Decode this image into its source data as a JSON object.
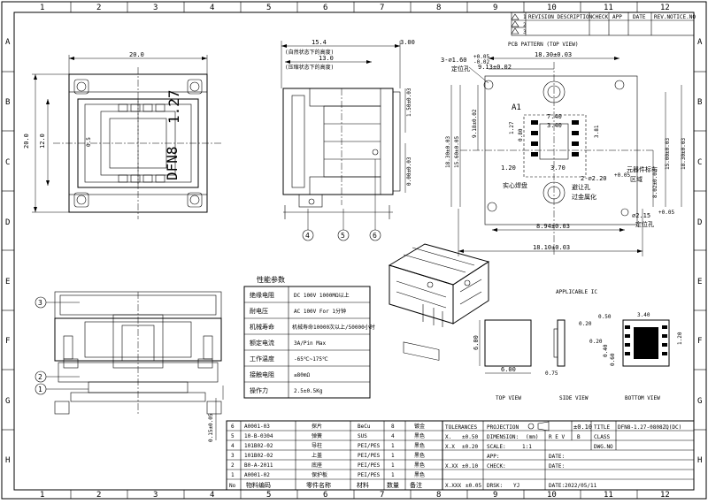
{
  "border": {
    "cols": [
      "1",
      "2",
      "3",
      "4",
      "5",
      "6",
      "7",
      "8",
      "9",
      "10",
      "11",
      "12"
    ],
    "rows": [
      "A",
      "B",
      "C",
      "D",
      "E",
      "F",
      "G",
      "H"
    ]
  },
  "revision_table": {
    "headers": [
      "REVISION DESCRIPTION",
      "CHECK",
      "APP",
      "DATE",
      "REV.NOTICE.NO"
    ],
    "rows": [
      "1",
      "2",
      "3"
    ]
  },
  "top_view": {
    "width_dim": "20.0",
    "height_dims": [
      "20.0",
      "12.0"
    ],
    "vertical_text": [
      "1.27",
      "DFN8"
    ],
    "label_top": "0.5"
  },
  "side_view": {
    "dims": [
      "15.4",
      "13.0",
      "3.00",
      "1.50±0.03",
      "0.00±0.03"
    ],
    "notes": [
      "(自然状态下的高度)",
      "(压缩状态下的高度)"
    ],
    "callouts": [
      "4",
      "5",
      "6"
    ]
  },
  "pcb_pattern": {
    "title": "PCB PATTERN  (TOP VIEW)",
    "hole_note": "3-∅1.60",
    "hole_tol_plus": "+0.05",
    "hole_tol_minus": "-0.02",
    "locating": "定位孔",
    "dims": {
      "w_top": "18.30±0.03",
      "w_left": "9.13±0.02",
      "h_left1": "18.30±0.03",
      "h_left2": "15.60±0.05",
      "h_left3": "9.18±0.02",
      "h_right1": "18.30±0.03",
      "h_right2": "15.00±0.03",
      "h_right3": "8.02±0.02",
      "pad_740": "7.40",
      "pad_340": "3.40",
      "pad_127": "1.27",
      "pad_080": "0.80",
      "pad_381": "3.81",
      "pad_370": "3.70",
      "pad_120": "1.20",
      "hole2": "2-∅2.20",
      "hole2_tol": "+0.05",
      "hole1": "∅2.15",
      "hole1_tol": "+0.05",
      "w_bottom1": "8.94±0.03",
      "w_bottom2": "18.10±0.03"
    },
    "pin_label": "A1",
    "notes": [
      "实心焊盘",
      "元器件标布",
      "区域",
      "避让孔",
      "过金属化",
      "定位孔"
    ]
  },
  "iso_label": "",
  "spec_table": {
    "title": "性能参数",
    "rows": [
      {
        "k": "绝缘电阻",
        "v": "DC 100V  1000MΩ以上"
      },
      {
        "k": "耐电压",
        "v": "AC 100V  For 1分钟"
      },
      {
        "k": "机械寿命",
        "v": "机械寿命10000次以上/50000小时"
      },
      {
        "k": "额定电流",
        "v": "3A/Pin Max"
      },
      {
        "k": "工作温度",
        "v": "-65℃~175℃"
      },
      {
        "k": "接触电阻",
        "v": "≤80mΩ"
      },
      {
        "k": "操作力",
        "v": "2.5±0.5Kg"
      }
    ]
  },
  "front_view": {
    "callouts": [
      "3",
      "2",
      "1"
    ],
    "dim_vertical": "0.15±0.05"
  },
  "ic_view": {
    "title": "APPLICABLE IC",
    "dims": [
      "6.00",
      "6.00",
      "0.75",
      "0.20",
      "0.50",
      "3.40",
      "1.20",
      "0.40",
      "0.60",
      "0.20"
    ],
    "labels": [
      "TOP VIEW",
      "SIDE VIEW",
      "BOTTOM VIEW"
    ]
  },
  "bom": {
    "rows": [
      {
        "no": "6",
        "code": "A0001-03",
        "name": "探片",
        "mat": "BeCu",
        "qty": "8",
        "rmk": "镀金"
      },
      {
        "no": "5",
        "code": "10-B-0304",
        "name": "弹簧",
        "mat": "SUS",
        "qty": "4",
        "rmk": "黑色"
      },
      {
        "no": "4",
        "code": "101B02-02",
        "name": "导柱",
        "mat": "PEI/PES",
        "qty": "1",
        "rmk": "黑色"
      },
      {
        "no": "3",
        "code": "101B02-02",
        "name": "上盖",
        "mat": "PEI/PES",
        "qty": "1",
        "rmk": "黑色"
      },
      {
        "no": "2",
        "code": "B0-A-2011",
        "name": "底座",
        "mat": "PEI/PES",
        "qty": "1",
        "rmk": "黑色"
      },
      {
        "no": "1",
        "code": "A0001-02",
        "name": "保护板",
        "mat": "PEI/PES",
        "qty": "1",
        "rmk": "黑色"
      }
    ],
    "header": {
      "no": "No",
      "code": "物料编码",
      "name": "零件名称",
      "mat": "材料",
      "qty": "数量",
      "rmk": "备注"
    }
  },
  "title_block": {
    "tolerances": "TOLERANCES",
    "projection": "PROJECTION",
    "dimension": "DIMENSION:",
    "dim_unit": "(mm)",
    "scale_label": "SCALE:",
    "scale": "1:1",
    "tol_rows": [
      {
        "k": "X.",
        "v": "±0.50"
      },
      {
        "k": "X.X",
        "v": "±0.20"
      },
      {
        "k": "X.XX",
        "v": "±0.10"
      },
      {
        "k": "X.XXX",
        "v": "±0.05"
      }
    ],
    "app": "APP:",
    "check": "CHECK:",
    "drsk": "DRSK:",
    "drsk_val": "YJ",
    "date1": "DATE:",
    "date2": "DATE:",
    "date3": "DATE:2022/05/11",
    "gen_tol": "±0.10",
    "rev_label": "R E V",
    "rev_val": "B",
    "title_label": "TITLE",
    "title_val": "DFN8-1.27-0808ZQ(DC)",
    "class_label": "CLASS",
    "dwg_label": "DWG.NO"
  }
}
